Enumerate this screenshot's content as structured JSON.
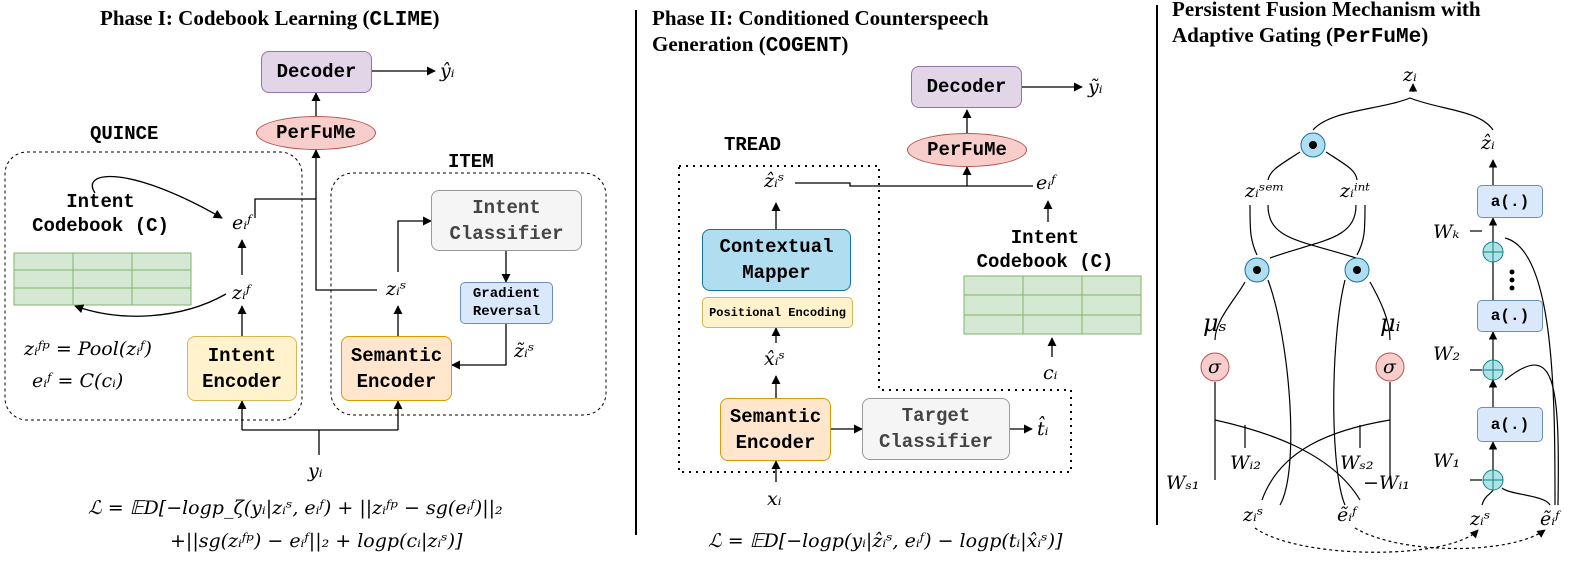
{
  "titles": {
    "phase1_pre": "Phase I: Codebook Learning (",
    "phase1_code": "CLIME",
    "phase1_post": ")",
    "phase2_line1": "Phase II: Conditioned Counterspeech",
    "phase2_line2_pre": "Generation (",
    "phase2_code": "COGENT",
    "phase2_post": ")",
    "phase3_line1": "Persistent Fusion Mechanism with",
    "phase3_line2_pre": "Adaptive Gating (",
    "phase3_code": "PerFuMe",
    "phase3_post": ")"
  },
  "phase1": {
    "decoder": "Decoder",
    "perfume": "PerFuMe",
    "quince": "QUINCE",
    "item": "ITEM",
    "intent_codebook": "Intent\nCodebook (C)",
    "intent_classifier": "Intent\nClassifier",
    "gradient_reversal": "Gradient\nReversal",
    "intent_encoder": "Intent\nEncoder",
    "semantic_encoder": "Semantic\nEncoder",
    "y_hat": "ŷᵢ",
    "e_f": "eᵢᶠ",
    "z_f": "zᵢᶠ",
    "z_s": "zᵢˢ",
    "z_tilde_s": "z̃ᵢˢ",
    "y_i": "yᵢ",
    "eq_pool": "zᵢᶠᵖ = Pool(zᵢᶠ)",
    "eq_code": "eᵢᶠ = C(cᵢ)",
    "loss_line1": "ℒ = 𝔼D[−logp_ζ(yᵢ|zᵢˢ, eᵢᶠ) + ||zᵢᶠᵖ − sg(eᵢᶠ)||₂",
    "loss_line2": "+||sg(zᵢᶠᵖ) − eᵢᶠ||₂ + logp(cᵢ|zᵢˢ)]"
  },
  "phase2": {
    "decoder": "Decoder",
    "perfume": "PerFuMe",
    "tread": "TREAD",
    "contextual_mapper": "Contextual\nMapper",
    "positional_encoding": "Positional Encoding",
    "semantic_encoder": "Semantic\nEncoder",
    "target_classifier": "Target\nClassifier",
    "intent_codebook": "Intent\nCodebook (C)",
    "y_tilde": "ỹᵢ",
    "z_hat_s": "ẑᵢˢ",
    "e_f": "eᵢᶠ",
    "x_hat_s": "x̂ᵢˢ",
    "x_i": "xᵢ",
    "t_hat": "t̂ᵢ",
    "c_i": "cᵢ",
    "loss": "ℒ = 𝔼D[−logp(yᵢ|ẑᵢˢ, eᵢᶠ) − logp(tᵢ|x̂ᵢˢ)]"
  },
  "phase3": {
    "z_i": "zᵢ",
    "z_hat_i": "ẑᵢ",
    "z_sem": "zᵢˢᵉᵐ",
    "z_int": "zᵢⁱⁿᵗ",
    "mu_s": "μₛ",
    "mu_i": "μᵢ",
    "sigma": "σ",
    "act": "a(.)",
    "W_k": "Wₖ",
    "W_2": "W₂",
    "W_1": "W₁",
    "W_i2": "Wᵢ₂",
    "W_s2": "Wₛ₂",
    "W_s1": "Wₛ₁",
    "W_i1": "−Wᵢ₁",
    "z_s": "zᵢˢ",
    "e_tilde_f": "ẽᵢᶠ",
    "z_s_2": "zᵢˢ",
    "e_tilde_f_2": "ẽᵢᶠ"
  },
  "colors": {
    "decoder": "#e1d5e7",
    "perfume": "#f8cecc",
    "encoder_intent": "#fff2cc",
    "encoder_semantic": "#ffe6cc",
    "classifier": "#f5f5f5",
    "gradient": "#dae8fc",
    "mapper": "#b1ddf0",
    "codebook": "#d5e8d4",
    "gate": "#b1ddf0",
    "plus": "#b0e3e6"
  }
}
